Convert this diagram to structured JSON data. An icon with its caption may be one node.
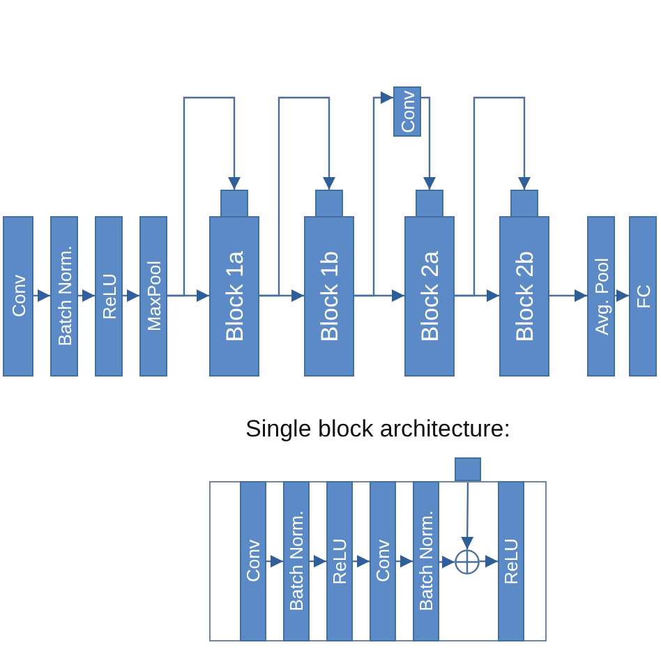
{
  "diagram": {
    "nodes": [
      {
        "text": [
          "Conv"
        ]
      },
      {
        "text": [
          "Batch Norm."
        ]
      },
      {
        "text": [
          "ReLU"
        ]
      },
      {
        "text": [
          "MaxPool"
        ]
      },
      {
        "text": [
          "Block 1a"
        ]
      },
      {
        "text": [
          "Block 1b"
        ]
      },
      {
        "text": [
          "Conv"
        ]
      },
      {
        "text": [
          "Block 2a"
        ]
      },
      {
        "text": [
          "Block 2b"
        ]
      },
      {
        "text": [
          "Avg. Pool"
        ]
      },
      {
        "text": [
          "FC"
        ]
      },
      {
        "text": [
          "Single block architecture:"
        ]
      },
      {
        "text": [
          "Conv"
        ],
        "in": 11
      },
      {
        "text": [
          "Batch Norm."
        ],
        "in": 11
      },
      {
        "text": [
          "ReLU"
        ],
        "in": 11
      },
      {
        "text": [
          "Conv"
        ],
        "in": 11
      },
      {
        "text": [
          "Batch Norm."
        ],
        "in": 11
      },
      {
        "text": [],
        "shape": "circle",
        "in": 11
      },
      {
        "text": [
          "ReLU"
        ],
        "in": 11
      },
      {
        "text": [],
        "shape": "box"
      }
    ],
    "edges": [
      {
        "from": 0,
        "to": 1,
        "arrow": "to"
      },
      {
        "from": 1,
        "to": 2,
        "arrow": "to"
      },
      {
        "from": 2,
        "to": 3,
        "arrow": "to"
      },
      {
        "from": 3,
        "to": 4,
        "arrow": "to"
      },
      {
        "from": 3,
        "to": 4,
        "arrow": "to"
      },
      {
        "from": 4,
        "to": 5,
        "arrow": "to"
      },
      {
        "from": 4,
        "to": 5,
        "arrow": "to"
      },
      {
        "from": 5,
        "to": 7,
        "arrow": "to"
      },
      {
        "from": 5,
        "to": 6,
        "arrow": "to"
      },
      {
        "from": 6,
        "to": 7,
        "arrow": "to"
      },
      {
        "from": 7,
        "to": 8,
        "arrow": "to"
      },
      {
        "from": 7,
        "to": 8,
        "arrow": "to"
      },
      {
        "from": 8,
        "to": 9,
        "arrow": "to"
      },
      {
        "from": 9,
        "to": 10,
        "arrow": "to"
      },
      {
        "from": 12,
        "to": 13,
        "arrow": "to"
      },
      {
        "from": 13,
        "to": 14,
        "arrow": "to"
      },
      {
        "from": 14,
        "to": 15,
        "arrow": "to"
      },
      {
        "from": 15,
        "to": 16,
        "arrow": "to"
      },
      {
        "from": 16,
        "to": 17,
        "arrow": "to"
      },
      {
        "from": 17,
        "to": 18,
        "arrow": "to"
      },
      {
        "from": 19,
        "to": 17,
        "arrow": "to"
      }
    ]
  }
}
